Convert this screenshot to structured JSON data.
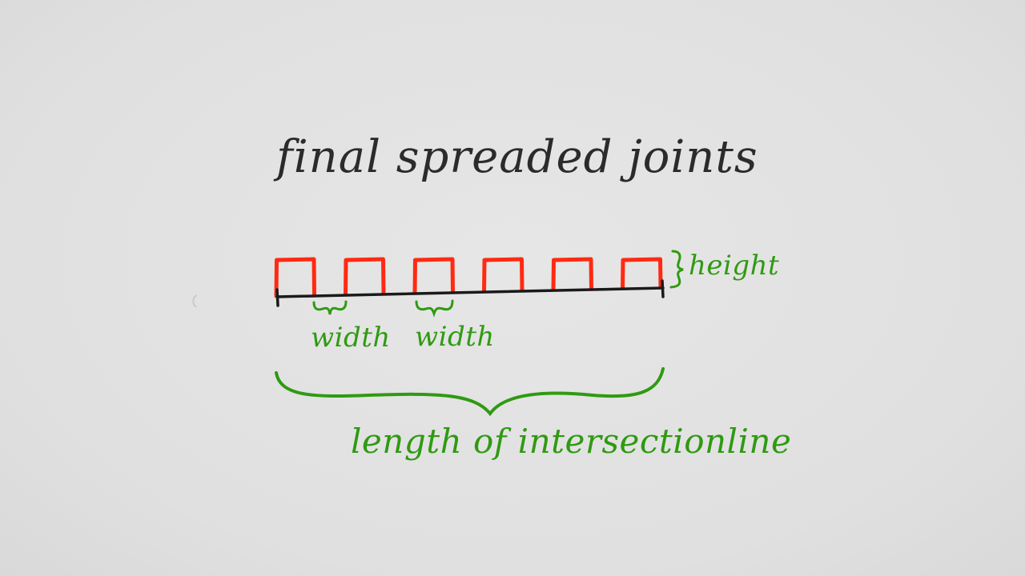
{
  "diagram": {
    "title": "final spreaded joints",
    "labels": {
      "height": "height",
      "width_1": "width",
      "width_2": "width",
      "length": "length of intersectionline"
    },
    "joint_count": 6,
    "colors": {
      "paper": "#e3e3e3",
      "title_ink": "#2b2b2b",
      "baseline": "#1a1a1a",
      "joints": "#ff2a12",
      "annotations": "#2f9a12"
    }
  }
}
